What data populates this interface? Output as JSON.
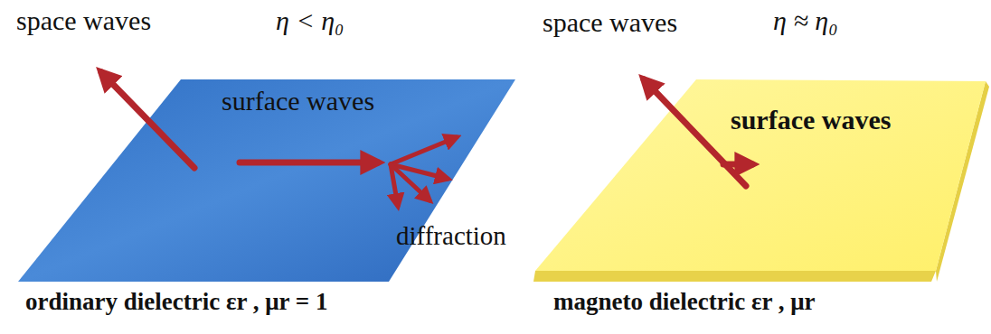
{
  "diagram": {
    "labels": [
      "space waves",
      "η < η₀",
      "surface waves",
      "diffraction",
      "ordinary dielectric εr , μr = 1",
      "space waves",
      "η ≈ η₀",
      "surface waves",
      "magneto dielectric εr , μr"
    ]
  }
}
